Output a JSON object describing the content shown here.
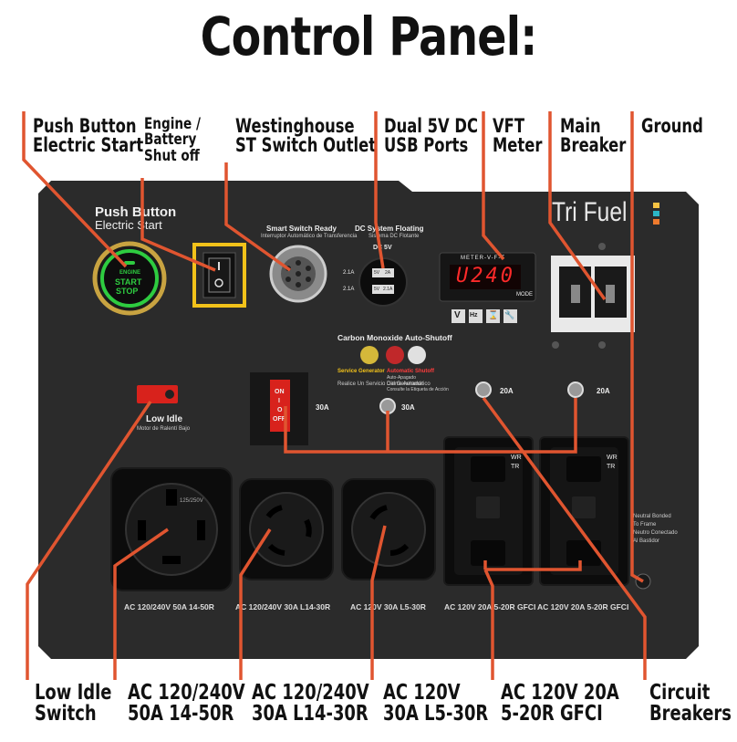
{
  "title": "Control Panel:",
  "callouts_top": {
    "push_button": [
      "Push Button",
      "Electric Start"
    ],
    "engine_battery": [
      "Engine /",
      "Battery",
      "Shut off"
    ],
    "westinghouse": [
      "Westinghouse",
      "ST Switch Outlet"
    ],
    "usb": [
      "Dual 5V DC",
      "USB Ports"
    ],
    "vft": [
      "VFT",
      "Meter"
    ],
    "main_breaker": [
      "Main",
      "Breaker"
    ],
    "ground": [
      "Ground"
    ]
  },
  "callouts_bottom": {
    "low_idle": [
      "Low Idle",
      "Switch"
    ],
    "ac50": [
      "AC 120/240V",
      "50A 14-50R"
    ],
    "ac30l14": [
      "AC 120/240V",
      "30A L14-30R"
    ],
    "ac30l5": [
      "AC 120V",
      "30A L5-30R"
    ],
    "ac20": [
      "AC 120V 20A",
      "5-20R GFCI"
    ],
    "breakers": [
      "Circuit",
      "Breakers"
    ]
  },
  "panel": {
    "push_button_title": "Push Button",
    "push_button_sub": "Electric Start",
    "start_button": [
      "ENGINE",
      "START",
      "STOP"
    ],
    "smart_switch": "Smart Switch Ready",
    "smart_switch_es": "Interruptor Automático de Transferencia",
    "dc_floating": "DC System Floating",
    "dc_floating_es": "Sistema DC Flotante",
    "dc5v": "DC 5V",
    "usb_2a_top": "2.1A",
    "usb_2a_bottom": "2.1A",
    "usb_5v_a": "5V",
    "usb_2a_a": "2A",
    "usb_5v_b": "5V",
    "usb_2a_b": "2.1A",
    "meter_header": "METER-V-F-T",
    "meter_value": "U240",
    "meter_mode": "MODE",
    "meter_buttons": [
      "V",
      "Hz",
      "⌛",
      "🔧"
    ],
    "brand": "Tri Fuel",
    "co_title": "Carbon Monoxide Auto-Shutoff",
    "co_service": "Service Generator",
    "co_service_es": "Realice Un Servicio Del Generador",
    "co_auto": "Automatic Shutoff",
    "co_auto_sub": "Auto-Apagado",
    "co_auto_es": "Cierre Automático",
    "co_auto_es_sub": "Consulte la Etiqueta de Acción",
    "low_idle": "Low Idle",
    "low_idle_es": "Motor de Ralentí Bajo",
    "switch_on": "ON",
    "switch_off": "OFF",
    "switch_i": "I",
    "switch_o": "O",
    "breaker_30a_left": "30A",
    "breaker_30a": "30A",
    "breaker_20a_1": "20A",
    "breaker_20a_2": "20A",
    "neutral": [
      "Neutral Bonded",
      "To Frame",
      "Neutro Conectado",
      "Al Bastidor"
    ],
    "outlet_labels": [
      "AC 120/240V 50A 14-50R",
      "AC 120/240V 30A L14-30R",
      "AC 120V 30A L5-30R",
      "AC 120V 20A 5-20R GFCI",
      "AC 120V 20A 5-20R GFCI"
    ],
    "gfci_wr": "WR",
    "gfci_tr": "TR",
    "receptacle_tag": "125/250V"
  },
  "colors": {
    "leader": "#e05530",
    "panel": "#2b2b2b",
    "start_ring": "#2ecc40",
    "start_gold": "#c8a341",
    "engine_box": "#f2c21a",
    "meter_digits": "#ff2a2a",
    "switch_red": "#d8221c",
    "brand_yellow": "#f6c343",
    "brand_teal": "#2bb6c6",
    "brand_orange": "#ee7a2d"
  }
}
